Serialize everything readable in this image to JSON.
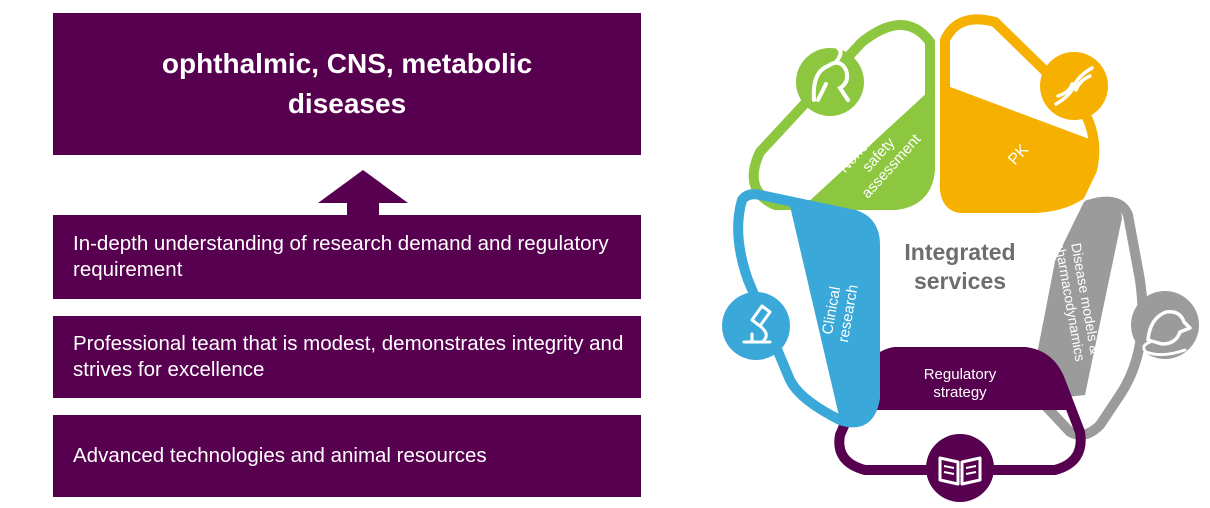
{
  "left": {
    "title": "ophthalmic, CNS, metabolic diseases",
    "items": [
      "In-depth understanding of research demand and regulatory requirement",
      "Professional team that is modest, demonstrates integrity and strives for excellence",
      "Advanced technologies and animal resources"
    ]
  },
  "ring": {
    "center_line1": "Integrated",
    "center_line2": "services",
    "segments": [
      {
        "id": "nonclinical",
        "lines": [
          "Nonclinical",
          "safety",
          "assessment"
        ],
        "color": "#8dc63f",
        "icon": "monkey-icon"
      },
      {
        "id": "pk",
        "lines": [
          "PK"
        ],
        "color": "#f5b000",
        "icon": "dna-icon"
      },
      {
        "id": "disease",
        "lines": [
          "Disease models &",
          "pharmacodynamics"
        ],
        "color": "#9b9b9b",
        "icon": "rat-icon"
      },
      {
        "id": "regulatory",
        "lines": [
          "Regulatory",
          "strategy"
        ],
        "color": "#580050",
        "icon": "book-icon"
      },
      {
        "id": "clinical",
        "lines": [
          "Clinical",
          "research"
        ],
        "color": "#3aa8d8",
        "icon": "microscope-icon"
      }
    ]
  }
}
